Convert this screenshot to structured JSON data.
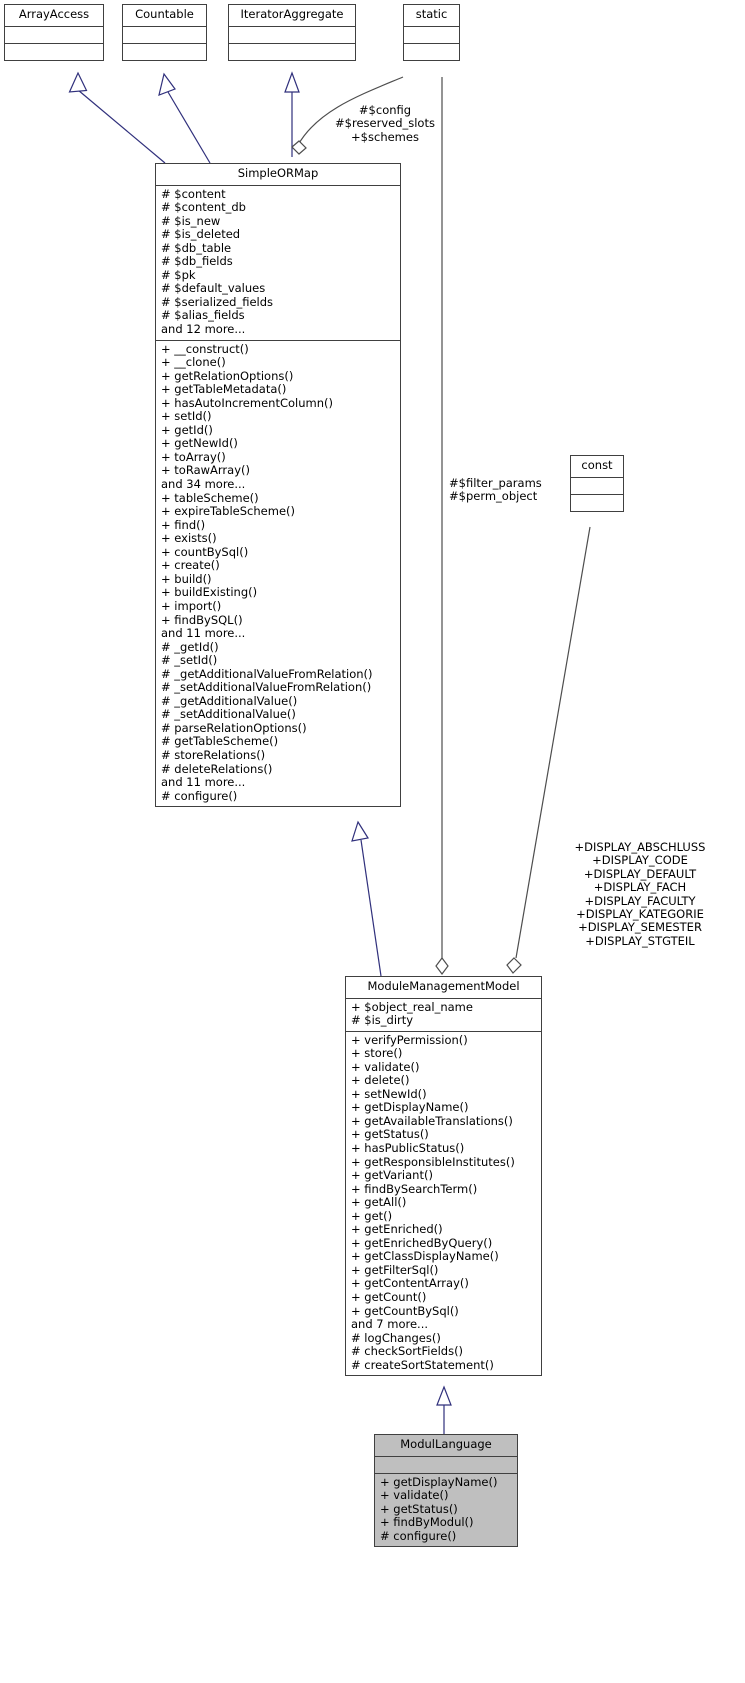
{
  "diagram": {
    "type": "uml-class-diagram",
    "colors": {
      "inheritance_arrow": "#30307c",
      "association_line": "#4d4d4d",
      "box_border": "#404040",
      "box_fill": "#ffffff",
      "highlight_fill": "#bfbfbf"
    }
  },
  "classes": {
    "array_access": {
      "name": "ArrayAccess",
      "attributes": [],
      "operations": []
    },
    "countable": {
      "name": "Countable",
      "attributes": [],
      "operations": []
    },
    "iterator_aggregate": {
      "name": "IteratorAggregate",
      "attributes": [],
      "operations": []
    },
    "static": {
      "name": "static",
      "attributes": [],
      "operations": []
    },
    "const": {
      "name": "const",
      "attributes": [],
      "operations": []
    },
    "simple_ormap": {
      "name": "SimpleORMap",
      "attributes": [
        "# $content",
        "# $content_db",
        "# $is_new",
        "# $is_deleted",
        "# $db_table",
        "# $db_fields",
        "# $pk",
        "# $default_values",
        "# $serialized_fields",
        "# $alias_fields",
        "and 12 more..."
      ],
      "operations": [
        "+ __construct()",
        "+ __clone()",
        "+ getRelationOptions()",
        "+ getTableMetadata()",
        "+ hasAutoIncrementColumn()",
        "+ setId()",
        "+ getId()",
        "+ getNewId()",
        "+ toArray()",
        "+ toRawArray()",
        "and 34 more...",
        "+ tableScheme()",
        "+ expireTableScheme()",
        "+ find()",
        "+ exists()",
        "+ countBySql()",
        "+ create()",
        "+ build()",
        "+ buildExisting()",
        "+ import()",
        "+ findBySQL()",
        "and 11 more...",
        "# _getId()",
        "# _setId()",
        "# _getAdditionalValueFromRelation()",
        "# _setAdditionalValueFromRelation()",
        "# _getAdditionalValue()",
        "# _setAdditionalValue()",
        "# parseRelationOptions()",
        "# getTableScheme()",
        "# storeRelations()",
        "# deleteRelations()",
        "and 11 more...",
        "# configure()"
      ]
    },
    "module_management_model": {
      "name": "ModuleManagementModel",
      "attributes": [
        "+ $object_real_name",
        "# $is_dirty"
      ],
      "operations": [
        "+ verifyPermission()",
        "+ store()",
        "+ validate()",
        "+ delete()",
        "+ setNewId()",
        "+ getDisplayName()",
        "+ getAvailableTranslations()",
        "+ getStatus()",
        "+ hasPublicStatus()",
        "+ getResponsibleInstitutes()",
        "+ getVariant()",
        "+ findBySearchTerm()",
        "+ getAll()",
        "+ get()",
        "+ getEnriched()",
        "+ getEnrichedByQuery()",
        "+ getClassDisplayName()",
        "+ getFilterSql()",
        "+ getContentArray()",
        "+ getCount()",
        "+ getCountBySql()",
        "and 7 more...",
        "# logChanges()",
        "# checkSortFields()",
        "# createSortStatement()"
      ]
    },
    "modul_language": {
      "name": "ModulLanguage",
      "attributes": [],
      "operations": [
        "+ getDisplayName()",
        "+ validate()",
        "+ getStatus()",
        "+ findByModul()",
        "# configure()"
      ]
    }
  },
  "edge_labels": {
    "static_to_simpleormap": "#$config\n#$reserved_slots\n+$schemes",
    "static_to_mmm": "#$filter_params\n#$perm_object",
    "const_to_mmm": "+DISPLAY_ABSCHLUSS\n+DISPLAY_CODE\n+DISPLAY_DEFAULT\n+DISPLAY_FACH\n+DISPLAY_FACULTY\n+DISPLAY_KATEGORIE\n+DISPLAY_SEMESTER\n+DISPLAY_STGTEIL"
  }
}
